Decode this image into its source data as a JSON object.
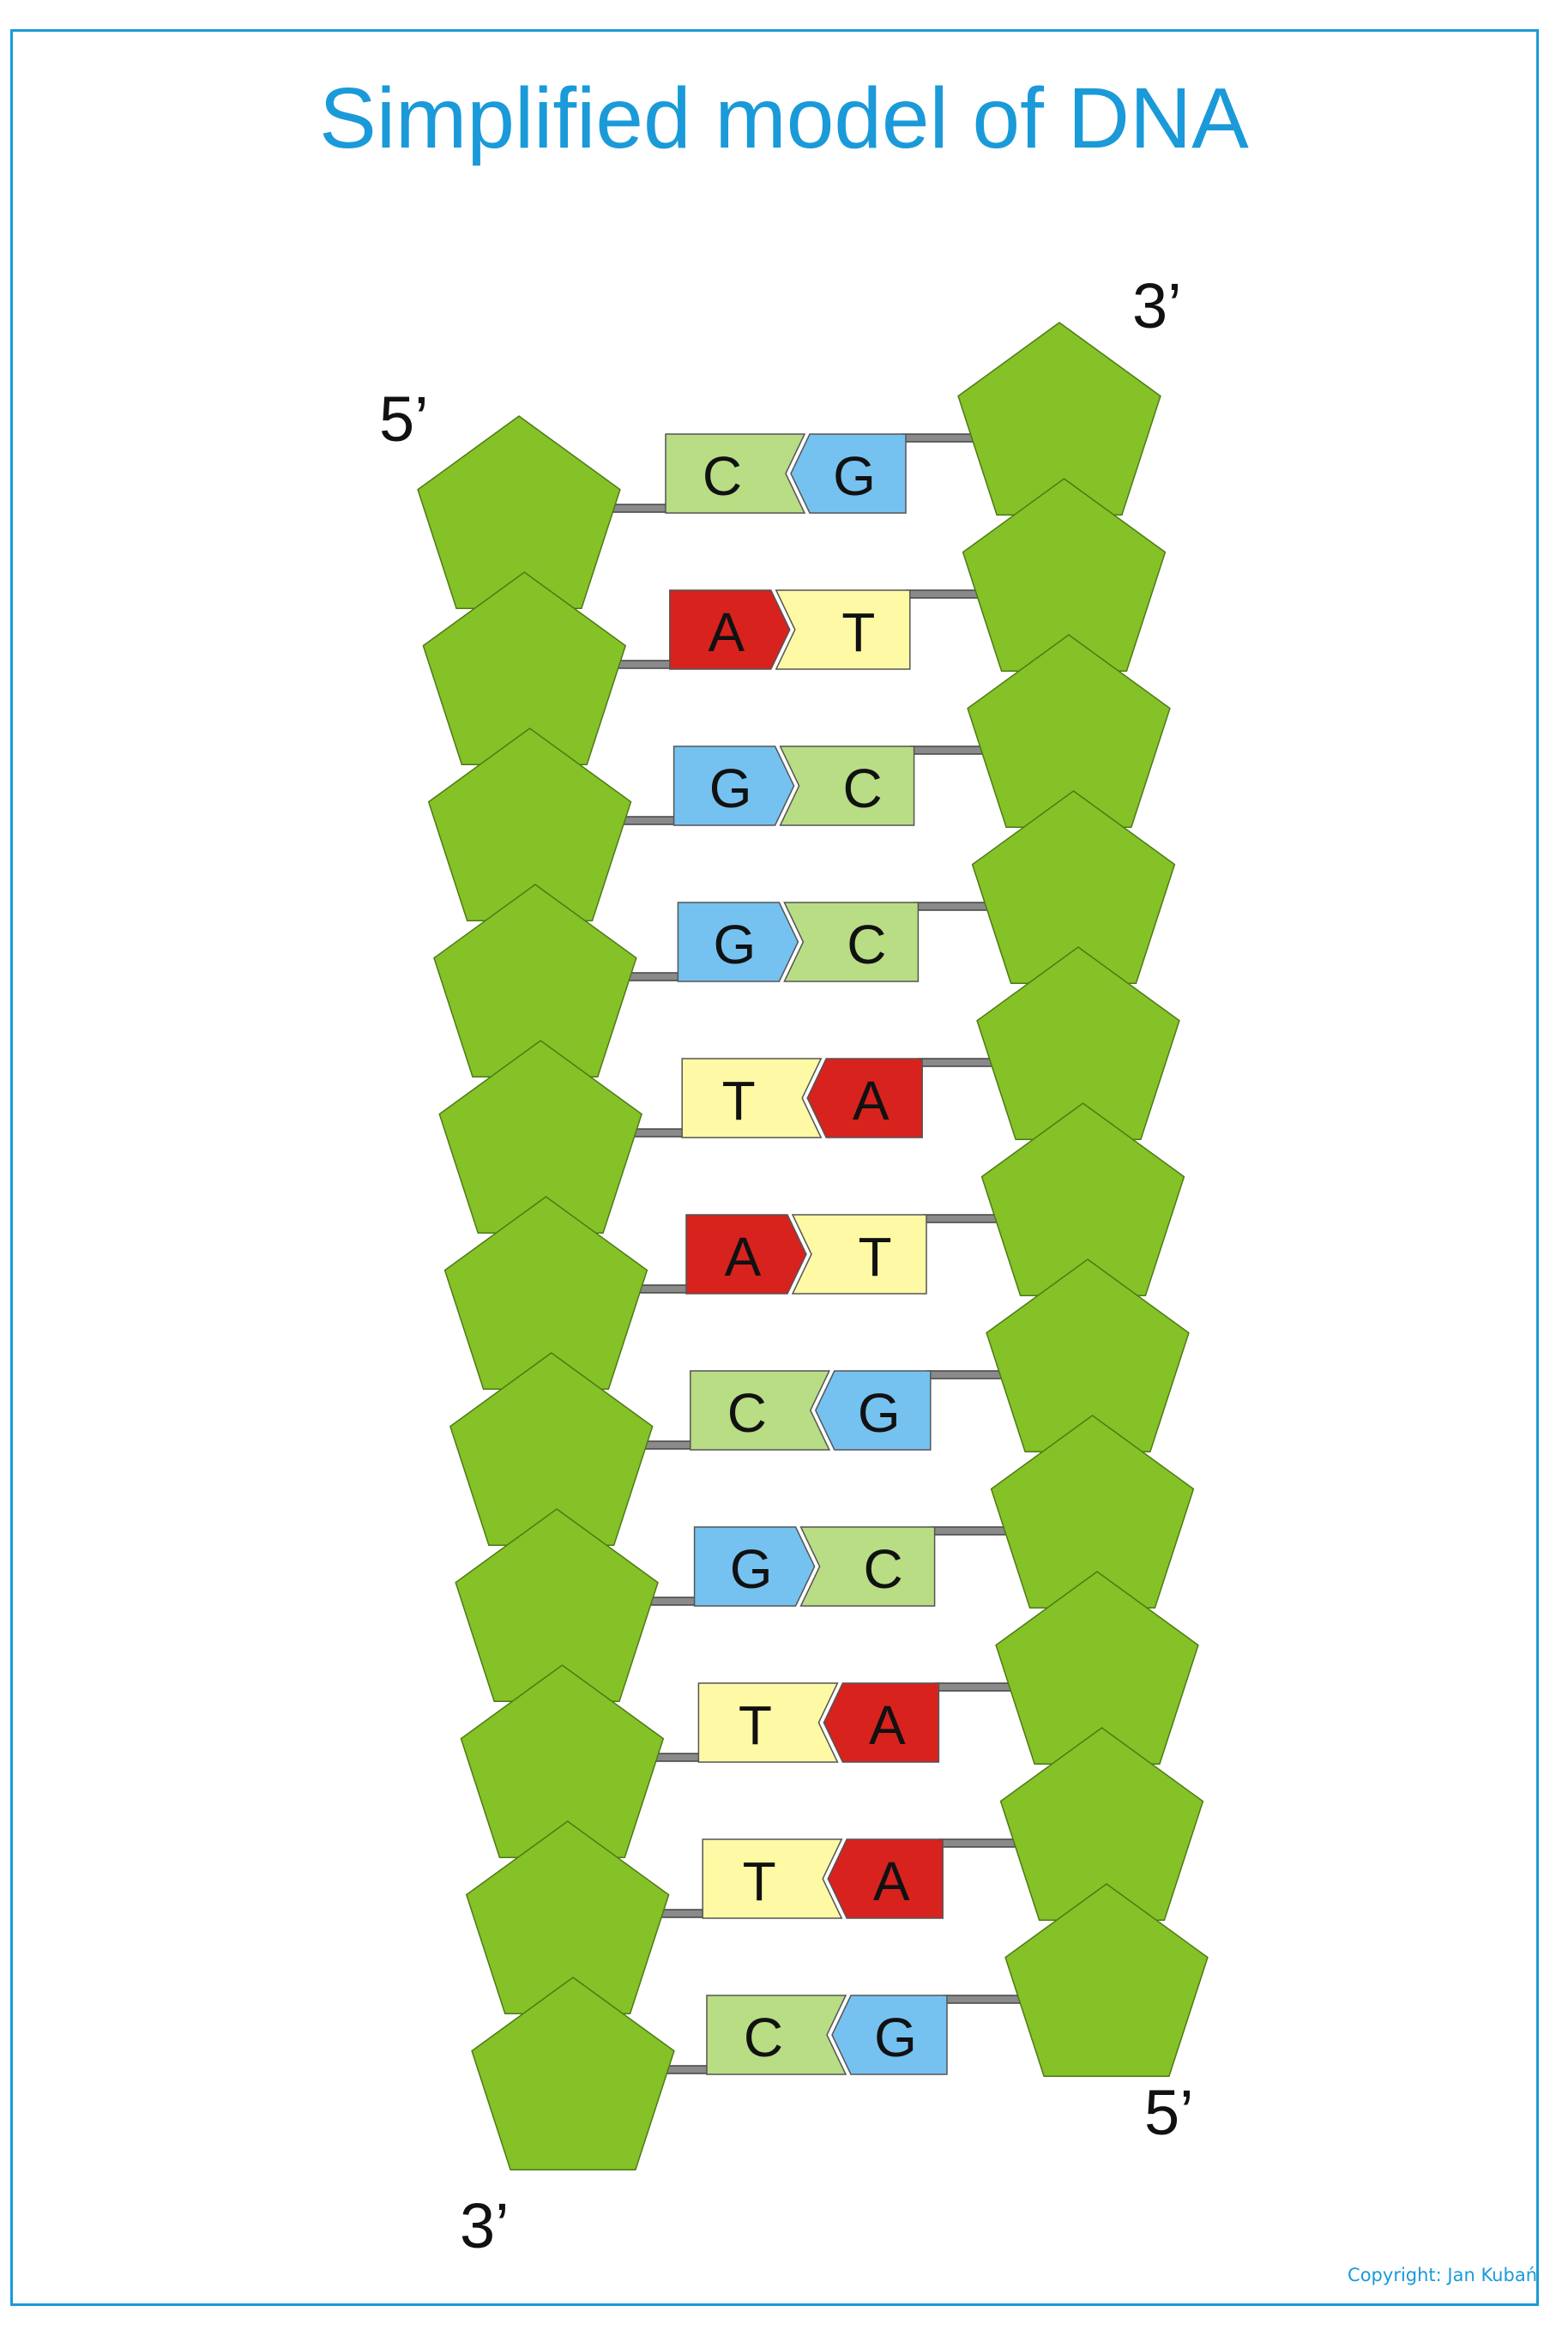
{
  "title": "Simplified model of DNA",
  "ends": {
    "top_left": "5’",
    "top_right": "3’",
    "bottom_left": "3’",
    "bottom_right": "5’"
  },
  "copyright": "Copyright: Jan Kubań",
  "colors": {
    "A": "#d8221e",
    "T": "#fef9a4",
    "G": "#75c2f0",
    "C": "#b8dd84",
    "sugar": "#84c228",
    "title": "#1a9ad9",
    "frame": "#1a9ad9"
  },
  "base_pairs": [
    {
      "left": "C",
      "right": "G"
    },
    {
      "left": "A",
      "right": "T"
    },
    {
      "left": "G",
      "right": "C"
    },
    {
      "left": "G",
      "right": "C"
    },
    {
      "left": "T",
      "right": "A"
    },
    {
      "left": "A",
      "right": "T"
    },
    {
      "left": "C",
      "right": "G"
    },
    {
      "left": "G",
      "right": "C"
    },
    {
      "left": "T",
      "right": "A"
    },
    {
      "left": "T",
      "right": "A"
    },
    {
      "left": "C",
      "right": "G"
    }
  ]
}
